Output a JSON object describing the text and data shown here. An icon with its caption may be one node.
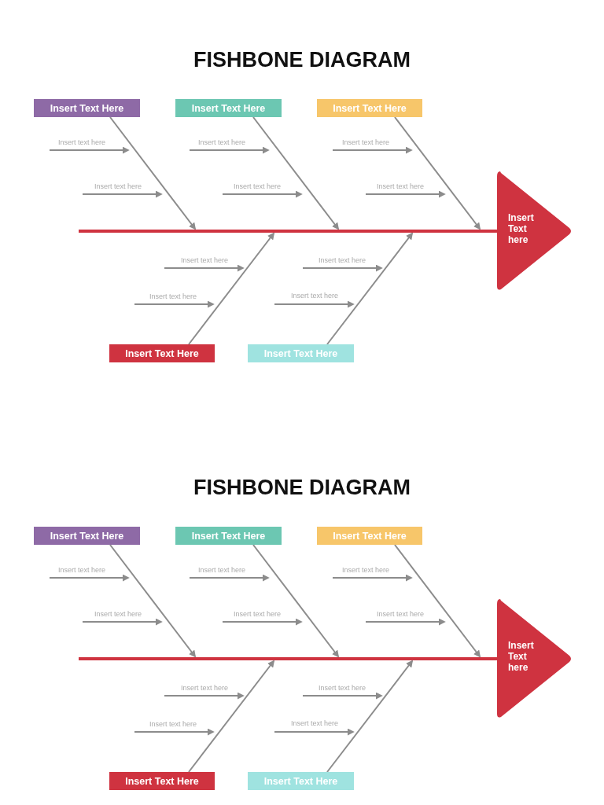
{
  "diagram": {
    "title": "FISHBONE DIAGRAM",
    "nodes": [
      {
        "text": [
          "Insert Text Here"
        ]
      },
      {
        "text": [
          "Insert Text Here"
        ]
      },
      {
        "text": [
          "Insert Text Here"
        ]
      },
      {
        "text": [],
        "shape": "bar"
      },
      {
        "text": [
          "Insert Text here"
        ]
      },
      {
        "text": [
          "Insert Text Here"
        ]
      },
      {
        "text": [
          "Insert Text Here"
        ]
      },
      {
        "text": [
          "Insert Text Here"
        ]
      },
      {
        "text": [
          "Insert Text Here"
        ]
      },
      {
        "text": [
          "Insert Text Here"
        ]
      },
      {
        "text": [],
        "shape": "bar"
      },
      {
        "text": [
          "Insert Text here"
        ]
      },
      {
        "text": [
          "Insert Text Here"
        ]
      },
      {
        "text": [
          "Insert Text Here"
        ]
      }
    ],
    "edges": [
      {
        "from": 0,
        "to": 3,
        "arrow": "to"
      },
      {
        "from": 1,
        "to": 3,
        "arrow": "to"
      },
      {
        "from": 2,
        "to": 3,
        "arrow": "to"
      },
      {
        "from": 5,
        "to": 3,
        "arrow": "to"
      },
      {
        "from": 6,
        "to": 3,
        "arrow": "to"
      },
      {
        "from": 7,
        "to": 10,
        "arrow": "to"
      },
      {
        "from": 8,
        "to": 10,
        "arrow": "to"
      },
      {
        "from": 9,
        "to": 10,
        "arrow": "to"
      },
      {
        "from": 12,
        "to": 10,
        "arrow": "to"
      },
      {
        "from": 13,
        "to": 10,
        "arrow": "to"
      }
    ],
    "labels": [
      "Insert text here",
      "Insert text here",
      "Insert text here",
      "Insert text here",
      "Insert text here",
      "Insert text here",
      "Insert text here",
      "Insert text here",
      "Insert text here",
      "Insert text here",
      "FISHBONE DIAGRAM",
      "Insert text here",
      "Insert text here",
      "Insert text here",
      "Insert text here",
      "Insert text here",
      "Insert text here",
      "Insert text here",
      "Insert text here",
      "Insert text here",
      "Insert text here"
    ]
  }
}
